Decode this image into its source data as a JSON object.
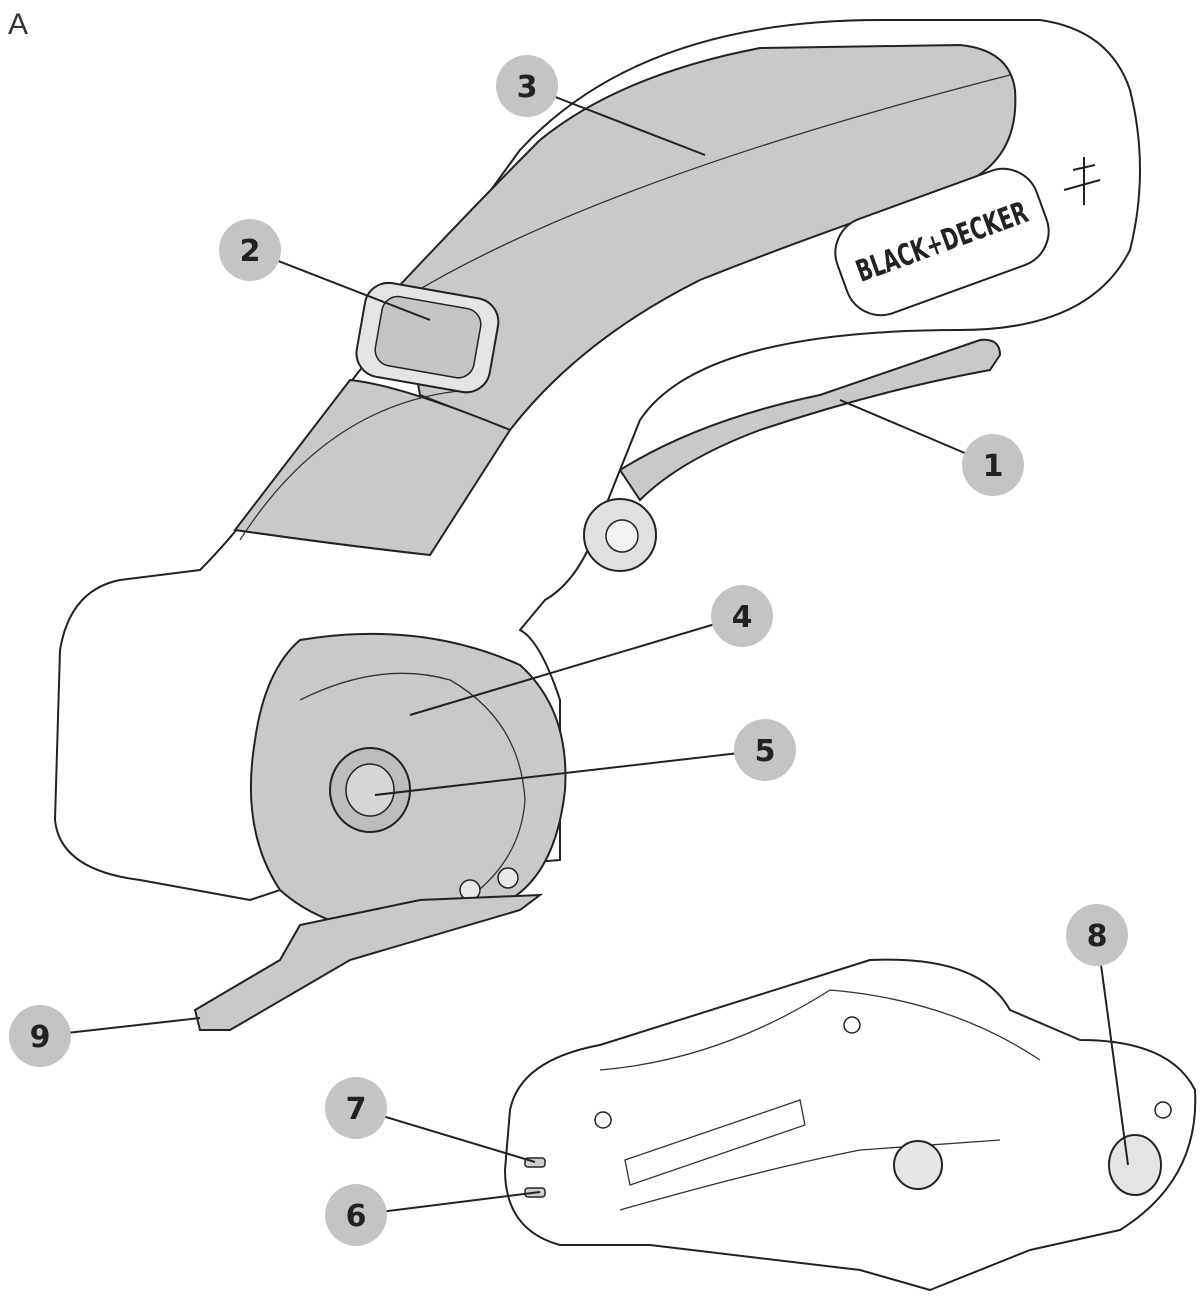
{
  "figure_label": "A",
  "brand": "BLACK+DECKER",
  "callouts": [
    {
      "id": "1",
      "text": "1"
    },
    {
      "id": "2",
      "text": "2"
    },
    {
      "id": "3",
      "text": "3"
    },
    {
      "id": "4",
      "text": "4"
    },
    {
      "id": "5",
      "text": "5"
    },
    {
      "id": "6",
      "text": "6"
    },
    {
      "id": "7",
      "text": "7"
    },
    {
      "id": "8",
      "text": "8"
    },
    {
      "id": "9",
      "text": "9"
    }
  ],
  "colors": {
    "grip": "#c9c9c9",
    "badge": "#c4c4c4",
    "outline": "#222222",
    "body": "#ffffff"
  }
}
